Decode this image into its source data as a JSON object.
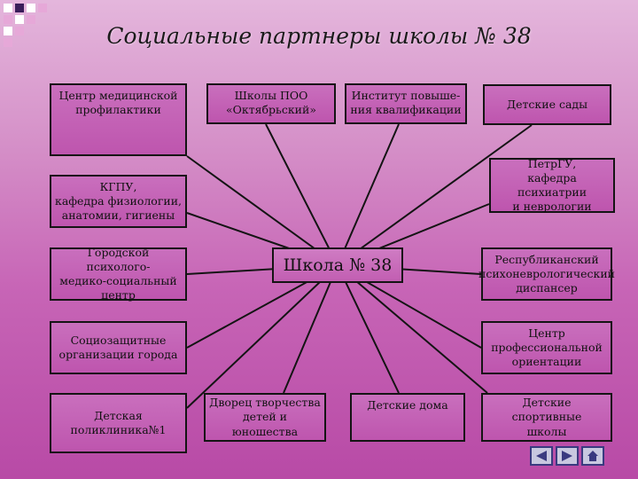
{
  "title": "Социальные партнеры школы № 38",
  "center": "Школа № 38",
  "partners": [
    "Центр медицинской\nпрофилактики",
    "Школы ПОО\n«Октябрьский»",
    "Институт повыше-\nния квалификации",
    "Детские сады",
    "КГПУ,\nкафедра физиологии,\nанатомии, гигиены",
    "ПетрГУ,\nкафедра психиатрии\nи неврологии",
    "Городской психолого-\nмедико-социальный\nцентр",
    "Республиканский\nпсихоневрологический\nдиспансер",
    "Социозащитные\nорганизации города",
    "Центр\nпрофессиональной\nориентации",
    "Детская\nполиклиника№1",
    "Дворец творчества\nдетей и юношества",
    "Детские дома",
    "Детские спортивные\nшколы"
  ],
  "nav_icons": [
    "back-arrow-icon",
    "forward-arrow-icon",
    "home-icon"
  ]
}
